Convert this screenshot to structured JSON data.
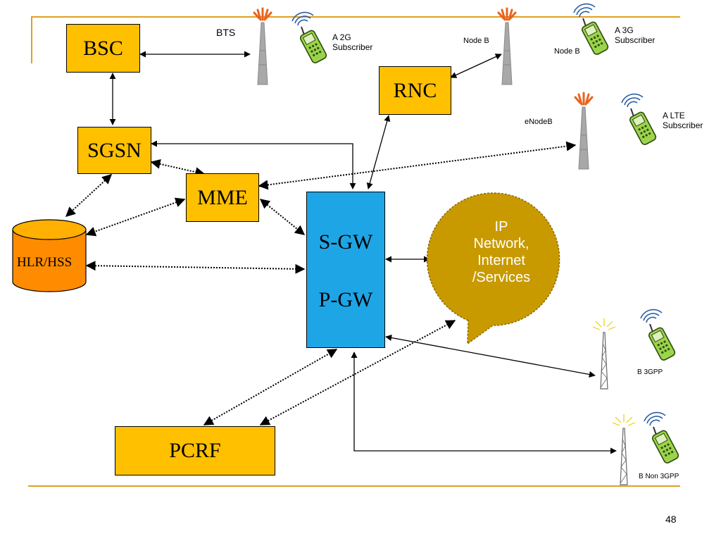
{
  "nodes": {
    "bsc": "BSC",
    "sgsn": "SGSN",
    "mme": "MME",
    "rnc": "RNC",
    "hlr": "HLR/HSS",
    "sgw": "S-GW",
    "pgw": "P-GW",
    "pcrf": "PCRF"
  },
  "ip_network": {
    "line1": "IP",
    "line2": "Network,",
    "line3": "Internet",
    "line4": "/Services"
  },
  "towers": {
    "bts": "BTS",
    "nodeb_top": "Node B",
    "nodeb_right": "Node B",
    "enodeb": "eNodeB"
  },
  "subscribers": {
    "sub_2g_a": "A 2G",
    "sub_2g_b": "Subscriber",
    "sub_3g_a": "A 3G",
    "sub_3g_b": "Subscriber",
    "sub_lte_a": "A LTE",
    "sub_lte_b": "Subscriber",
    "b_3gpp": "B 3GPP",
    "b_non3gpp": "B Non 3GPP"
  },
  "page_number": "48",
  "colors": {
    "box": "#FFC000",
    "gateway": "#1EA5E6",
    "ip_bubble": "#C89A00",
    "hss": "#FF8C00",
    "rule": "#E0A020"
  }
}
